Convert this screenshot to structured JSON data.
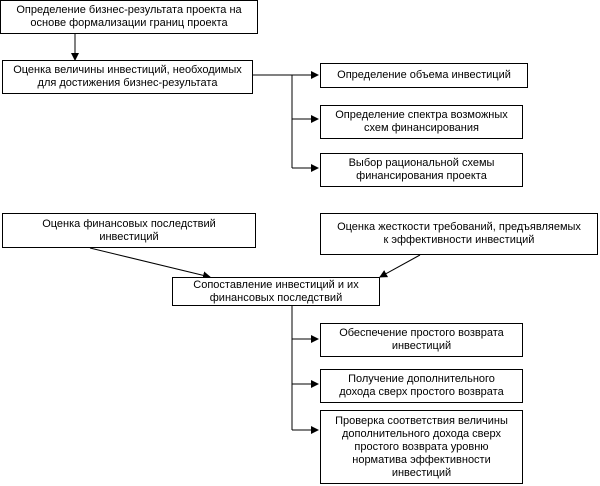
{
  "nodes": {
    "define_business_result": "Определение бизнес-результата проекта на\nоснове формализации границ проекта",
    "estimate_investments": "Оценка величины инвестиций, необходимых\nдля достижения бизнес-результата",
    "investment_volume": "Определение объема инвестиций",
    "financing_schemes": "Определение спектра возможных\nсхем финансирования",
    "rational_scheme": "Выбор рациональной схемы\nфинансирования проекта",
    "financial_consequences": "Оценка финансовых последствий\nинвестиций",
    "efficiency_requirements": "Оценка жесткости требований, предъявляемых\nк эффективности инвестиций",
    "comparison": "Сопоставление инвестиций и их\nфинансовых последствий",
    "simple_return": "Обеспечение простого возврата\nинвестиций",
    "additional_income": "Получение дополнительного\nдохода сверх простого возврата",
    "verification": "Проверка соответствия величины\nдополнительного дохода сверх\nпростого возврата уровню\nнорматива эффективности\nинвестиций"
  }
}
